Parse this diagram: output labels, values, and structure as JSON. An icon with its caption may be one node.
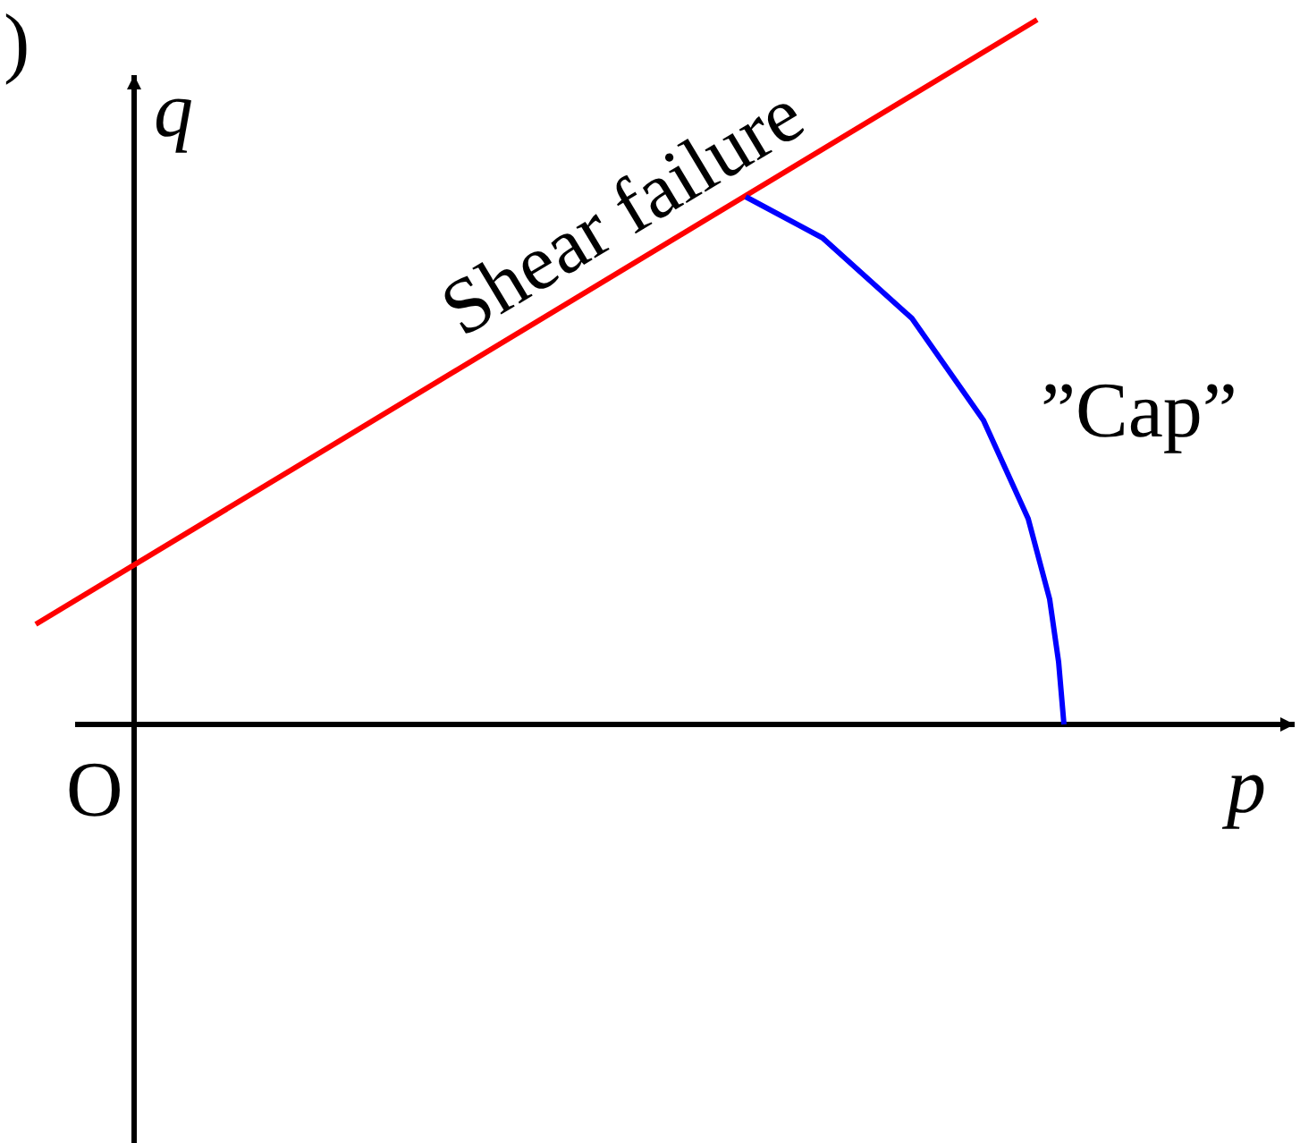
{
  "diagram": {
    "labels": [
      ")",
      "q",
      "Shear failure",
      "”Cap”",
      "O",
      "p"
    ]
  }
}
